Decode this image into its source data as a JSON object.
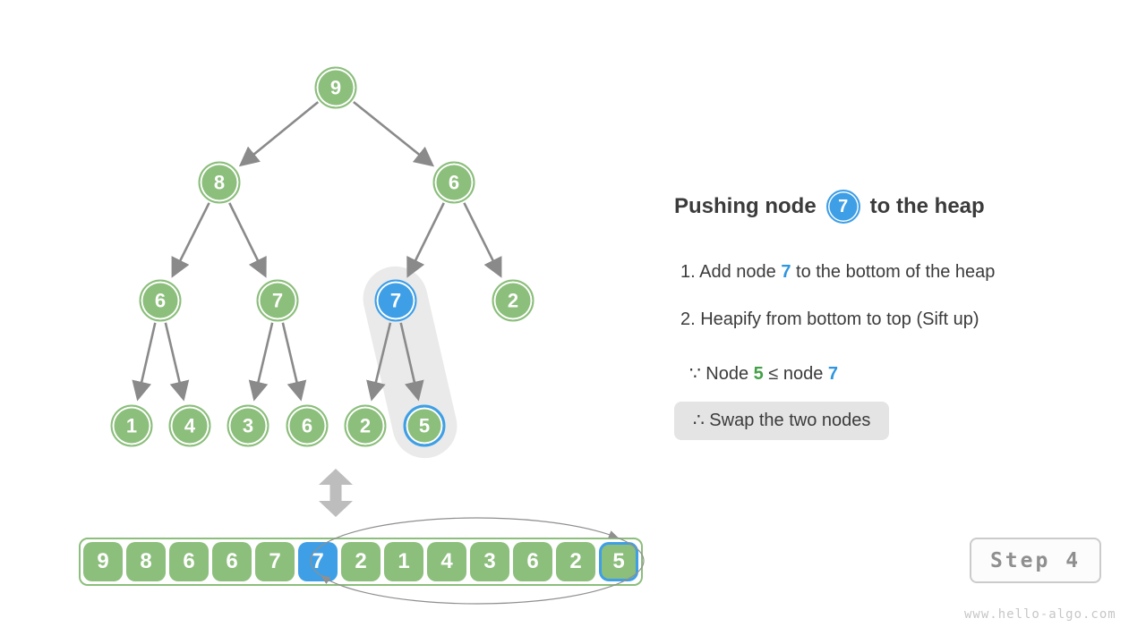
{
  "colors": {
    "node_green": "#8CBE7C",
    "node_blue": "#3E9FE6",
    "text_green": "#43A047",
    "text_blue": "#2E96E0",
    "edge_gray": "#8A8A8A",
    "text_dark": "#3B3B3B"
  },
  "heading": {
    "prefix": "Pushing node",
    "node_value": "7",
    "suffix": "to the heap"
  },
  "instructions": {
    "step1_pre": "1. Add node ",
    "step1_num": "7",
    "step1_post": " to the bottom of the heap",
    "step2": "2. Heapify from bottom to top (Sift up)",
    "because_pre": "∵ Node ",
    "because_num1": "5",
    "because_mid": " ≤ node ",
    "because_num2": "7",
    "therefore": "∴ Swap the two nodes"
  },
  "tree": {
    "nodes": [
      {
        "id": "n0",
        "value": "9",
        "state": "green"
      },
      {
        "id": "n1",
        "value": "8",
        "state": "green"
      },
      {
        "id": "n2",
        "value": "6",
        "state": "green"
      },
      {
        "id": "n3",
        "value": "6",
        "state": "green"
      },
      {
        "id": "n4",
        "value": "7",
        "state": "green"
      },
      {
        "id": "n5",
        "value": "7",
        "state": "blue"
      },
      {
        "id": "n6",
        "value": "2",
        "state": "green"
      },
      {
        "id": "n7",
        "value": "1",
        "state": "green"
      },
      {
        "id": "n8",
        "value": "4",
        "state": "green"
      },
      {
        "id": "n9",
        "value": "3",
        "state": "green"
      },
      {
        "id": "n10",
        "value": "6",
        "state": "green"
      },
      {
        "id": "n11",
        "value": "2",
        "state": "green"
      },
      {
        "id": "n12",
        "value": "5",
        "state": "ring"
      }
    ]
  },
  "array": {
    "cells": [
      {
        "value": "9",
        "state": "green"
      },
      {
        "value": "8",
        "state": "green"
      },
      {
        "value": "6",
        "state": "green"
      },
      {
        "value": "6",
        "state": "green"
      },
      {
        "value": "7",
        "state": "green"
      },
      {
        "value": "7",
        "state": "blue"
      },
      {
        "value": "2",
        "state": "green"
      },
      {
        "value": "1",
        "state": "green"
      },
      {
        "value": "4",
        "state": "green"
      },
      {
        "value": "3",
        "state": "green"
      },
      {
        "value": "6",
        "state": "green"
      },
      {
        "value": "2",
        "state": "green"
      },
      {
        "value": "5",
        "state": "ring"
      }
    ]
  },
  "step_badge": "Step 4",
  "watermark": "www.hello-algo.com"
}
